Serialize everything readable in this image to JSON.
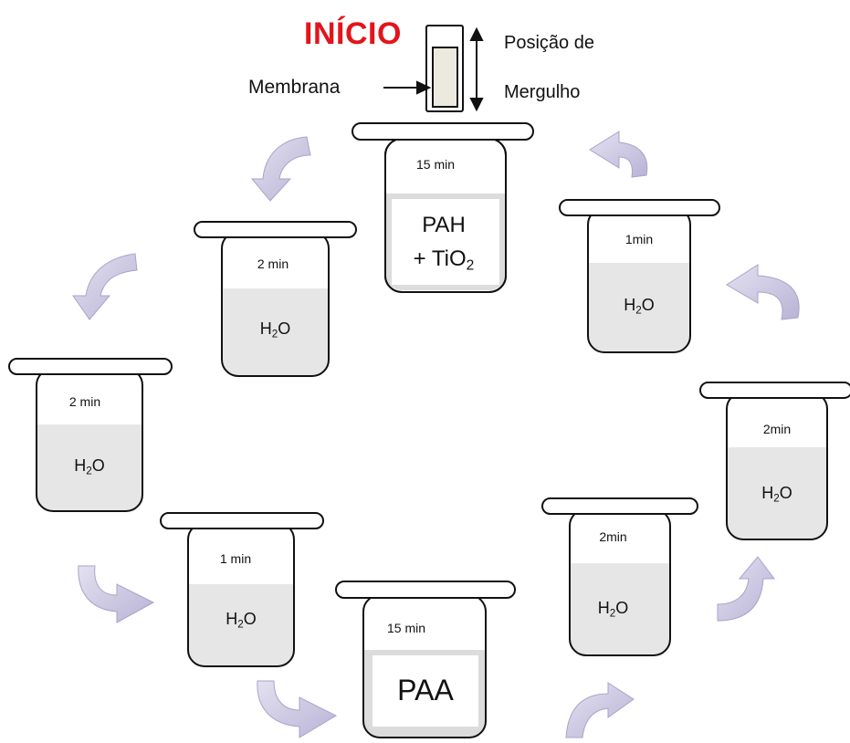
{
  "title": "INÍCIO",
  "annotations": {
    "membrane": "Membrana",
    "dip_position_line1": "Posição de",
    "dip_position_line2": "Mergulho"
  },
  "beakers": [
    {
      "id": "pah",
      "time": "15 min",
      "solution_line1": "PAH",
      "solution_line2_prefix": "+ TiO",
      "solution_line2_sub": "2"
    },
    {
      "id": "rinse-right-top",
      "time": "1min",
      "solution_prefix": "H",
      "solution_sub": "2",
      "solution_suffix": "O"
    },
    {
      "id": "rinse-right-mid",
      "time": "2min",
      "solution_prefix": "H",
      "solution_sub": "2",
      "solution_suffix": "O"
    },
    {
      "id": "rinse-right-low",
      "time": "2min",
      "solution_prefix": "H",
      "solution_sub": "2",
      "solution_suffix": "O"
    },
    {
      "id": "paa",
      "time": "15 min",
      "solution": "PAA"
    },
    {
      "id": "rinse-left-low",
      "time": "1 min",
      "solution_prefix": "H",
      "solution_sub": "2",
      "solution_suffix": "O"
    },
    {
      "id": "rinse-left-mid",
      "time": "2 min",
      "solution_prefix": "H",
      "solution_sub": "2",
      "solution_suffix": "O"
    },
    {
      "id": "rinse-left-top",
      "time": "2 min",
      "solution_prefix": "H",
      "solution_sub": "2",
      "solution_suffix": "O"
    }
  ],
  "colors": {
    "title": "#e3141b",
    "beaker_outline": "#111111",
    "liquid": "#e6e6e6",
    "arrow_fill": "#cbc6e0",
    "membrane_fill": "#ece9df"
  }
}
